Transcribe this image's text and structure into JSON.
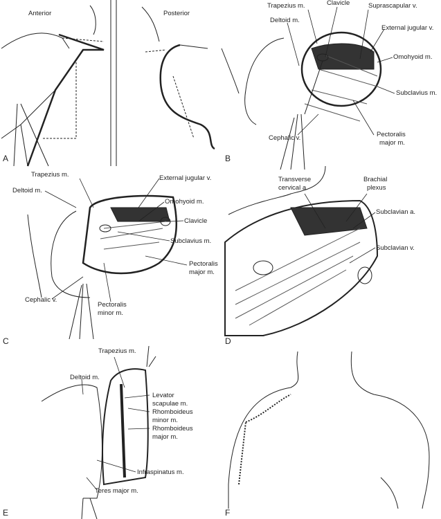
{
  "panels": {
    "A": {
      "letter": "A",
      "anterior": "Anterior",
      "posterior": "Posterior"
    },
    "B": {
      "letter": "B",
      "labels": {
        "trapezius": "Trapezius m.",
        "clavicle": "Clavicle",
        "suprascapular": "Suprascapular v.",
        "deltoid": "Deltoid m.",
        "ext_jugular": "External jugular v.",
        "omohyoid": "Omohyoid m.",
        "subclavius": "Subclavius m.",
        "pect1": "Pectoralis",
        "pect2": "major m.",
        "cephalic": "Cephalic v."
      }
    },
    "C": {
      "letter": "C",
      "labels": {
        "trapezius": "Trapezius m.",
        "ext_jugular": "External jugular v.",
        "deltoid": "Deltoid m.",
        "omohyoid": "Omohyoid m.",
        "clavicle": "Clavicle",
        "subclavius": "Subclavius m.",
        "pmaj1": "Pectoralis",
        "pmaj2": "major m.",
        "cephalic": "Cephalic v.",
        "pmin1": "Pectoralis",
        "pmin2": "minor m."
      }
    },
    "D": {
      "letter": "D",
      "labels": {
        "tc1": "Transverse",
        "tc2": "cervical a.",
        "bp1": "Brachial",
        "bp2": "plexus",
        "subclavian_a": "Subclavian a.",
        "subclavian_v": "Subclavian v."
      }
    },
    "E": {
      "letter": "E",
      "labels": {
        "trapezius": "Trapezius m.",
        "deltoid": "Deltoid m.",
        "lev1": "Levator",
        "lev2": "scapulae m.",
        "rmin1": "Rhomboideus",
        "rmin2": "minor m.",
        "rmaj1": "Rhomboideus",
        "rmaj2": "major m.",
        "infraspinatus": "Infraspinatus m.",
        "teres": "Teres major m."
      }
    },
    "F": {
      "letter": "F"
    }
  }
}
